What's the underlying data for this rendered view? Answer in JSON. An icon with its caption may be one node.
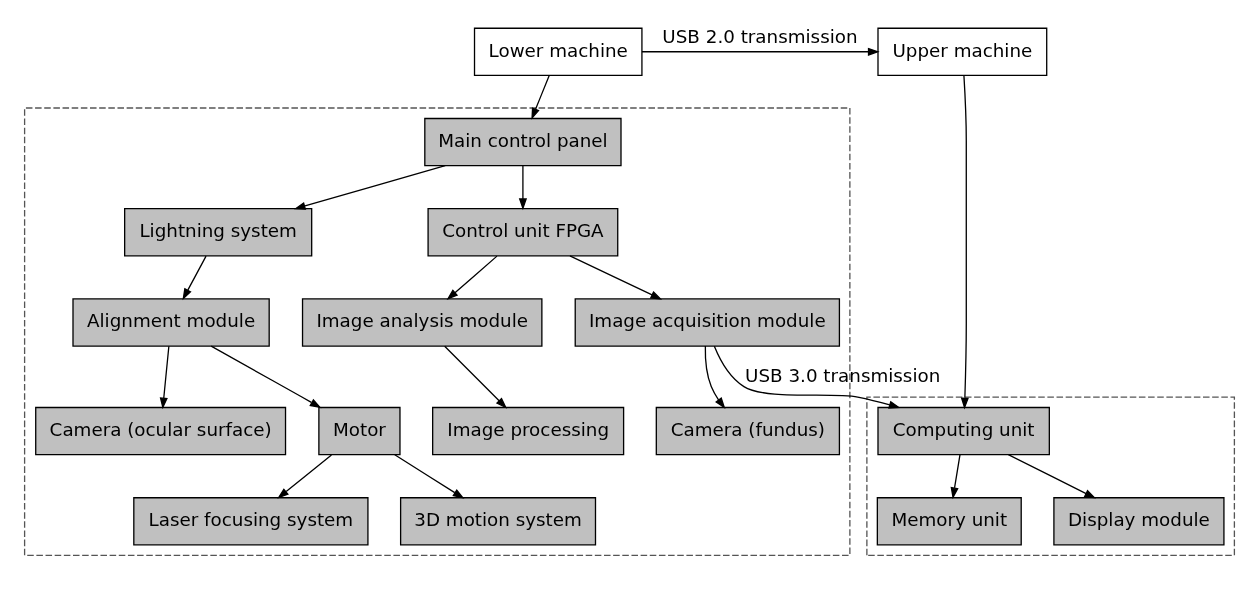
{
  "diagram": {
    "nodes": [
      {
        "text": [
          "Lower machine"
        ]
      },
      {
        "text": [
          "Upper machine"
        ]
      },
      {
        "text": [],
        "shape": "box"
      },
      {
        "text": [],
        "shape": "box"
      },
      {
        "text": [
          "Lightning system"
        ],
        "in": 2
      },
      {
        "text": [
          "Main control panel"
        ],
        "in": 2
      },
      {
        "text": [
          "Alignment module"
        ],
        "in": 2
      },
      {
        "text": [
          "Control unit FPGA"
        ],
        "in": 2
      },
      {
        "text": [
          "Image acquisition module"
        ],
        "in": 2
      },
      {
        "text": [
          "Camera (ocular surface)"
        ],
        "in": 2
      },
      {
        "text": [
          "Motor"
        ],
        "in": 2
      },
      {
        "text": [
          "Image analysis module"
        ],
        "in": 2
      },
      {
        "text": [
          "Camera (fundus)"
        ],
        "in": 2
      },
      {
        "text": [
          "Laser focusing system"
        ],
        "in": 2
      },
      {
        "text": [
          "3D motion system"
        ],
        "in": 2
      },
      {
        "text": [
          "Image processing"
        ],
        "in": 2
      },
      {
        "text": [
          "Computing unit"
        ],
        "in": 3
      },
      {
        "text": [
          "Memory unit"
        ],
        "in": 3
      },
      {
        "text": [
          "Display module"
        ],
        "in": 3
      }
    ],
    "edges": [
      {
        "from": 0,
        "to": 1,
        "arrow": "to",
        "label": "USB 2.0 transmission"
      },
      {
        "from": 0,
        "to": 5,
        "arrow": "to"
      },
      {
        "from": 5,
        "to": 4,
        "arrow": "to"
      },
      {
        "from": 4,
        "to": 6,
        "arrow": "to"
      },
      {
        "from": 6,
        "to": 9,
        "arrow": "to"
      },
      {
        "from": 6,
        "to": 10,
        "arrow": "to"
      },
      {
        "from": 10,
        "to": 13,
        "arrow": "to"
      },
      {
        "from": 10,
        "to": 14,
        "arrow": "to"
      },
      {
        "from": 5,
        "to": 7,
        "arrow": "to"
      },
      {
        "from": 7,
        "to": 8,
        "arrow": "to"
      },
      {
        "from": 7,
        "to": 11,
        "arrow": "to"
      },
      {
        "from": 11,
        "to": 15,
        "arrow": "to"
      },
      {
        "from": 8,
        "to": 12,
        "arrow": "to"
      },
      {
        "from": 8,
        "to": 16,
        "arrow": "to",
        "label": "USB 3.0 transmission"
      },
      {
        "from": 1,
        "to": 16,
        "arrow": "to"
      },
      {
        "from": 16,
        "to": 17,
        "arrow": "to"
      },
      {
        "from": 16,
        "to": 18,
        "arrow": "to"
      }
    ]
  }
}
